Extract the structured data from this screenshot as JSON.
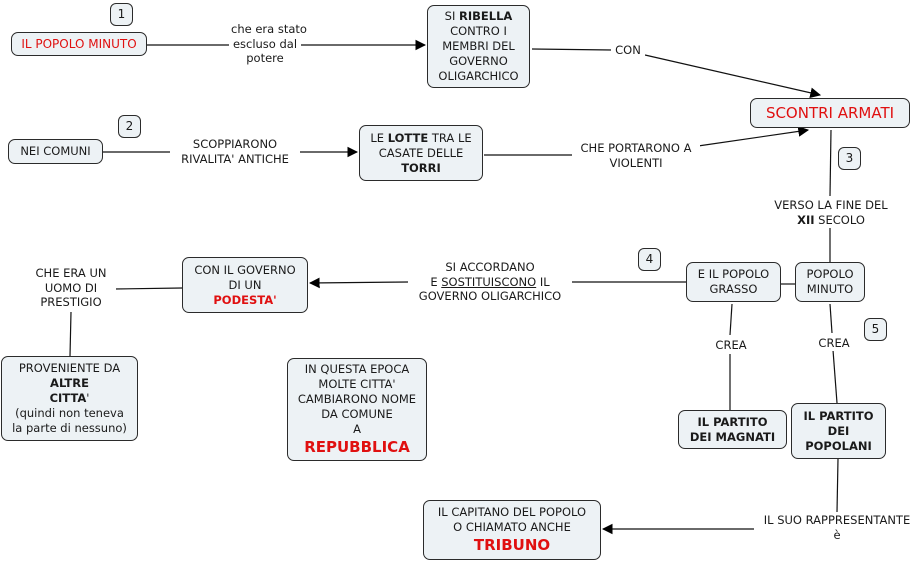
{
  "colors": {
    "accent_red": "#e01010",
    "node_bg": "#edf2f5",
    "border": "#2b2b2b"
  },
  "badges": [
    "1",
    "2",
    "3",
    "4",
    "5"
  ],
  "nodes": {
    "popolo_minuto_top": "IL POPOLO MINUTO",
    "si_ribella": {
      "pre": "SI ",
      "bold": "RIBELLA",
      "lines": [
        "CONTRO I",
        "MEMBRI DEL",
        "GOVERNO",
        "OLIGARCHICO"
      ]
    },
    "scontri_armati": "SCONTRI ARMATI",
    "nei_comuni": "NEI COMUNI",
    "lotte": {
      "pre": "LE ",
      "bold": "LOTTE",
      "post": " TRA LE",
      "line2": "CASATE DELLE",
      "bold2": "TORRI"
    },
    "podesta": {
      "line1": "CON IL GOVERNO",
      "line2": "DI UN",
      "highlight": "PODESTA'"
    },
    "popolo_grasso": [
      "E IL POPOLO",
      "GRASSO"
    ],
    "popolo_minuto": [
      "POPOLO",
      "MINUTO"
    ],
    "proveniente": {
      "line1": "PROVENIENTE DA",
      "bold1": "ALTRE",
      "bold2": "CITTA",
      "apos": "'",
      "line4": "(quindi non teneva",
      "line5": "la parte di nessuno)"
    },
    "epoca": {
      "lines": [
        "IN QUESTA EPOCA",
        "MOLTE CITTA'",
        "CAMBIARONO NOME",
        "DA COMUNE",
        "A"
      ],
      "highlight": "REPUBBLICA"
    },
    "partito_magnati": [
      "IL PARTITO",
      "DEI MAGNATI"
    ],
    "partito_popolani": [
      "IL PARTITO",
      "DEI",
      "POPOLANI"
    ],
    "capitano": {
      "lines": [
        "IL CAPITANO DEL POPOLO",
        "O CHIAMATO ANCHE"
      ],
      "highlight": "TRIBUNO"
    }
  },
  "link_labels": {
    "escluso": [
      "che era stato",
      "escluso dal",
      "potere"
    ],
    "con": "CON",
    "scoppiarono": [
      "SCOPPIARONO",
      "RIVALITA' ANTICHE"
    ],
    "portarono": [
      "CHE PORTARONO A",
      "VIOLENTI"
    ],
    "verso": {
      "line1": "VERSO LA FINE DEL",
      "bold": "XII",
      "post": " SECOLO"
    },
    "accordano": {
      "line1": "SI ACCORDANO",
      "pre": "E ",
      "underline": "SOSTITUISCONO",
      "post": " IL",
      "line3": "GOVERNO OLIGARCHICO"
    },
    "prestigio": [
      "CHE ERA UN",
      "UOMO DI",
      "PRESTIGIO"
    ],
    "crea_left": "CREA",
    "crea_right": "CREA",
    "rappresentante": [
      "IL SUO RAPPRESENTANTE",
      "è"
    ]
  }
}
